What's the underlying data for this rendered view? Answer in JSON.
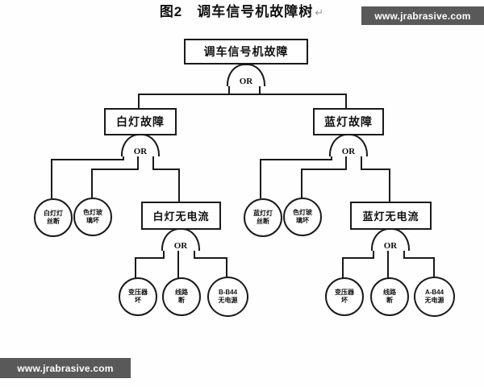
{
  "watermark": {
    "text": "www.jrabrasive.com",
    "bg_color": "#595959",
    "text_color": "#ffffff"
  },
  "gate_label": "OR",
  "caption": {
    "figure_label": "图2",
    "title": "调车信号机故障树",
    "return_mark": "↵"
  },
  "tree": {
    "root": {
      "label": "调车信号机故障"
    },
    "left_branch": {
      "label": "白灯故障",
      "leaves": [
        {
          "line1": "白灯灯",
          "line2": "丝断"
        },
        {
          "line1": "色灯玻",
          "line2": "璃坏"
        }
      ],
      "sub": {
        "label": "白灯无电流",
        "leaves": [
          {
            "line1": "变压器",
            "line2": "坏"
          },
          {
            "line1": "线路",
            "line2": "断"
          },
          {
            "line1": "B-B44",
            "line2": "无电源"
          }
        ]
      }
    },
    "right_branch": {
      "label": "蓝灯故障",
      "leaves": [
        {
          "line1": "蓝灯灯",
          "line2": "丝断"
        },
        {
          "line1": "色灯玻",
          "line2": "璃坏"
        }
      ],
      "sub": {
        "label": "蓝灯无电流",
        "leaves": [
          {
            "line1": "变压器",
            "line2": "坏"
          },
          {
            "line1": "线路",
            "line2": "断"
          },
          {
            "line1": "A-B44",
            "line2": "无电源"
          }
        ]
      }
    }
  }
}
